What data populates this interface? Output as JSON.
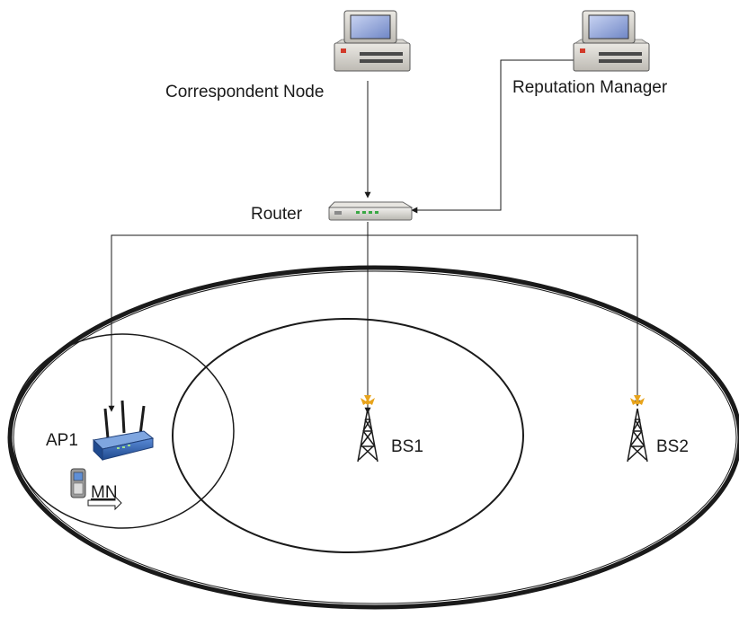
{
  "diagram": {
    "nodes": {
      "correspondent_node": {
        "label": "Correspondent Node",
        "icon": "desktop-computer-icon"
      },
      "reputation_manager": {
        "label": "Reputation Manager",
        "icon": "desktop-computer-icon"
      },
      "router": {
        "label": "Router",
        "icon": "router-icon"
      },
      "ap1": {
        "label": "AP1",
        "icon": "wireless-access-point-icon"
      },
      "bs1": {
        "label": "BS1",
        "icon": "cell-tower-icon"
      },
      "bs2": {
        "label": "BS2",
        "icon": "cell-tower-icon"
      },
      "mn": {
        "label": "MN",
        "icon": "mobile-phone-icon"
      }
    },
    "connections": [
      {
        "from": "Correspondent Node",
        "to": "Router"
      },
      {
        "from": "Reputation Manager",
        "to": "Router"
      },
      {
        "from": "Router",
        "to": "AP1"
      },
      {
        "from": "Router",
        "to": "BS1"
      },
      {
        "from": "Router",
        "to": "BS2"
      }
    ],
    "coverage_areas": [
      "AP1",
      "BS1",
      "BS2"
    ],
    "colors": {
      "line": "#1a1a1a",
      "computer_body": "#d4d2cc",
      "computer_screen": "#8da2d6",
      "access_point": "#2f5fa8",
      "tower_tip": "#e8a41c"
    }
  }
}
